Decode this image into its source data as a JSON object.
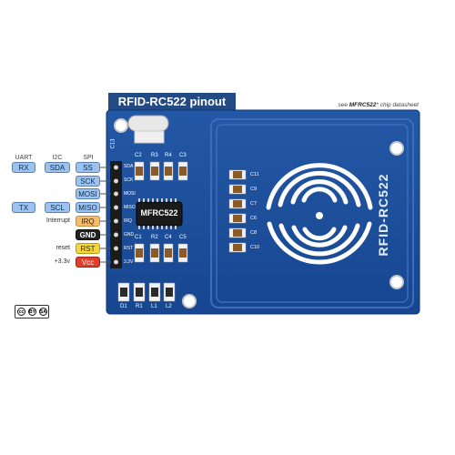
{
  "title": "RFID-RC522 pinout",
  "note": {
    "prefix": "see ",
    "chip": "MFRC522",
    "suffix": "* chip datasheet"
  },
  "headers": {
    "uart": "UART",
    "i2c": "I2C",
    "spi": "SPI"
  },
  "pins": {
    "rx": "RX",
    "sda_i2c": "SDA",
    "ss": "SS",
    "sck": "SCK",
    "mosi": "MOSI",
    "tx": "TX",
    "scl": "SCL",
    "miso": "MISO",
    "irq": "IRQ",
    "gnd": "GND",
    "rst": "RST",
    "vcc": "Vcc"
  },
  "side_labels": {
    "interrupt": "Interrupt",
    "reset": "reset",
    "power": "+3.3v"
  },
  "board": {
    "chip_label": "MFRC522",
    "antenna_label": "RFID-RC522",
    "header_silk": [
      "SDA",
      "SCK",
      "MOSI",
      "MISO",
      "IRQ",
      "GND",
      "RST",
      "3.3V"
    ],
    "components_top": [
      "C2",
      "R3",
      "R4",
      "C3"
    ],
    "components_mid": [
      "C1",
      "R2",
      "C4",
      "C5"
    ],
    "components_bottom": [
      "D1",
      "R1",
      "L1",
      "L2"
    ],
    "caps_right": [
      "C11",
      "C9",
      "C7",
      "C6",
      "C8",
      "C10"
    ],
    "c13": "C13"
  },
  "license": {
    "c": "cc",
    "by": "BY",
    "sa": "SA"
  },
  "colors": {
    "board": "#1d4f9a",
    "title_bg": "#234a83",
    "pin_blue": "#9cc3ee",
    "irq_orange": "#f6bd6e",
    "gnd_black": "#222222",
    "rst_yellow": "#f2d63a",
    "vcc_red": "#e03d2a"
  }
}
